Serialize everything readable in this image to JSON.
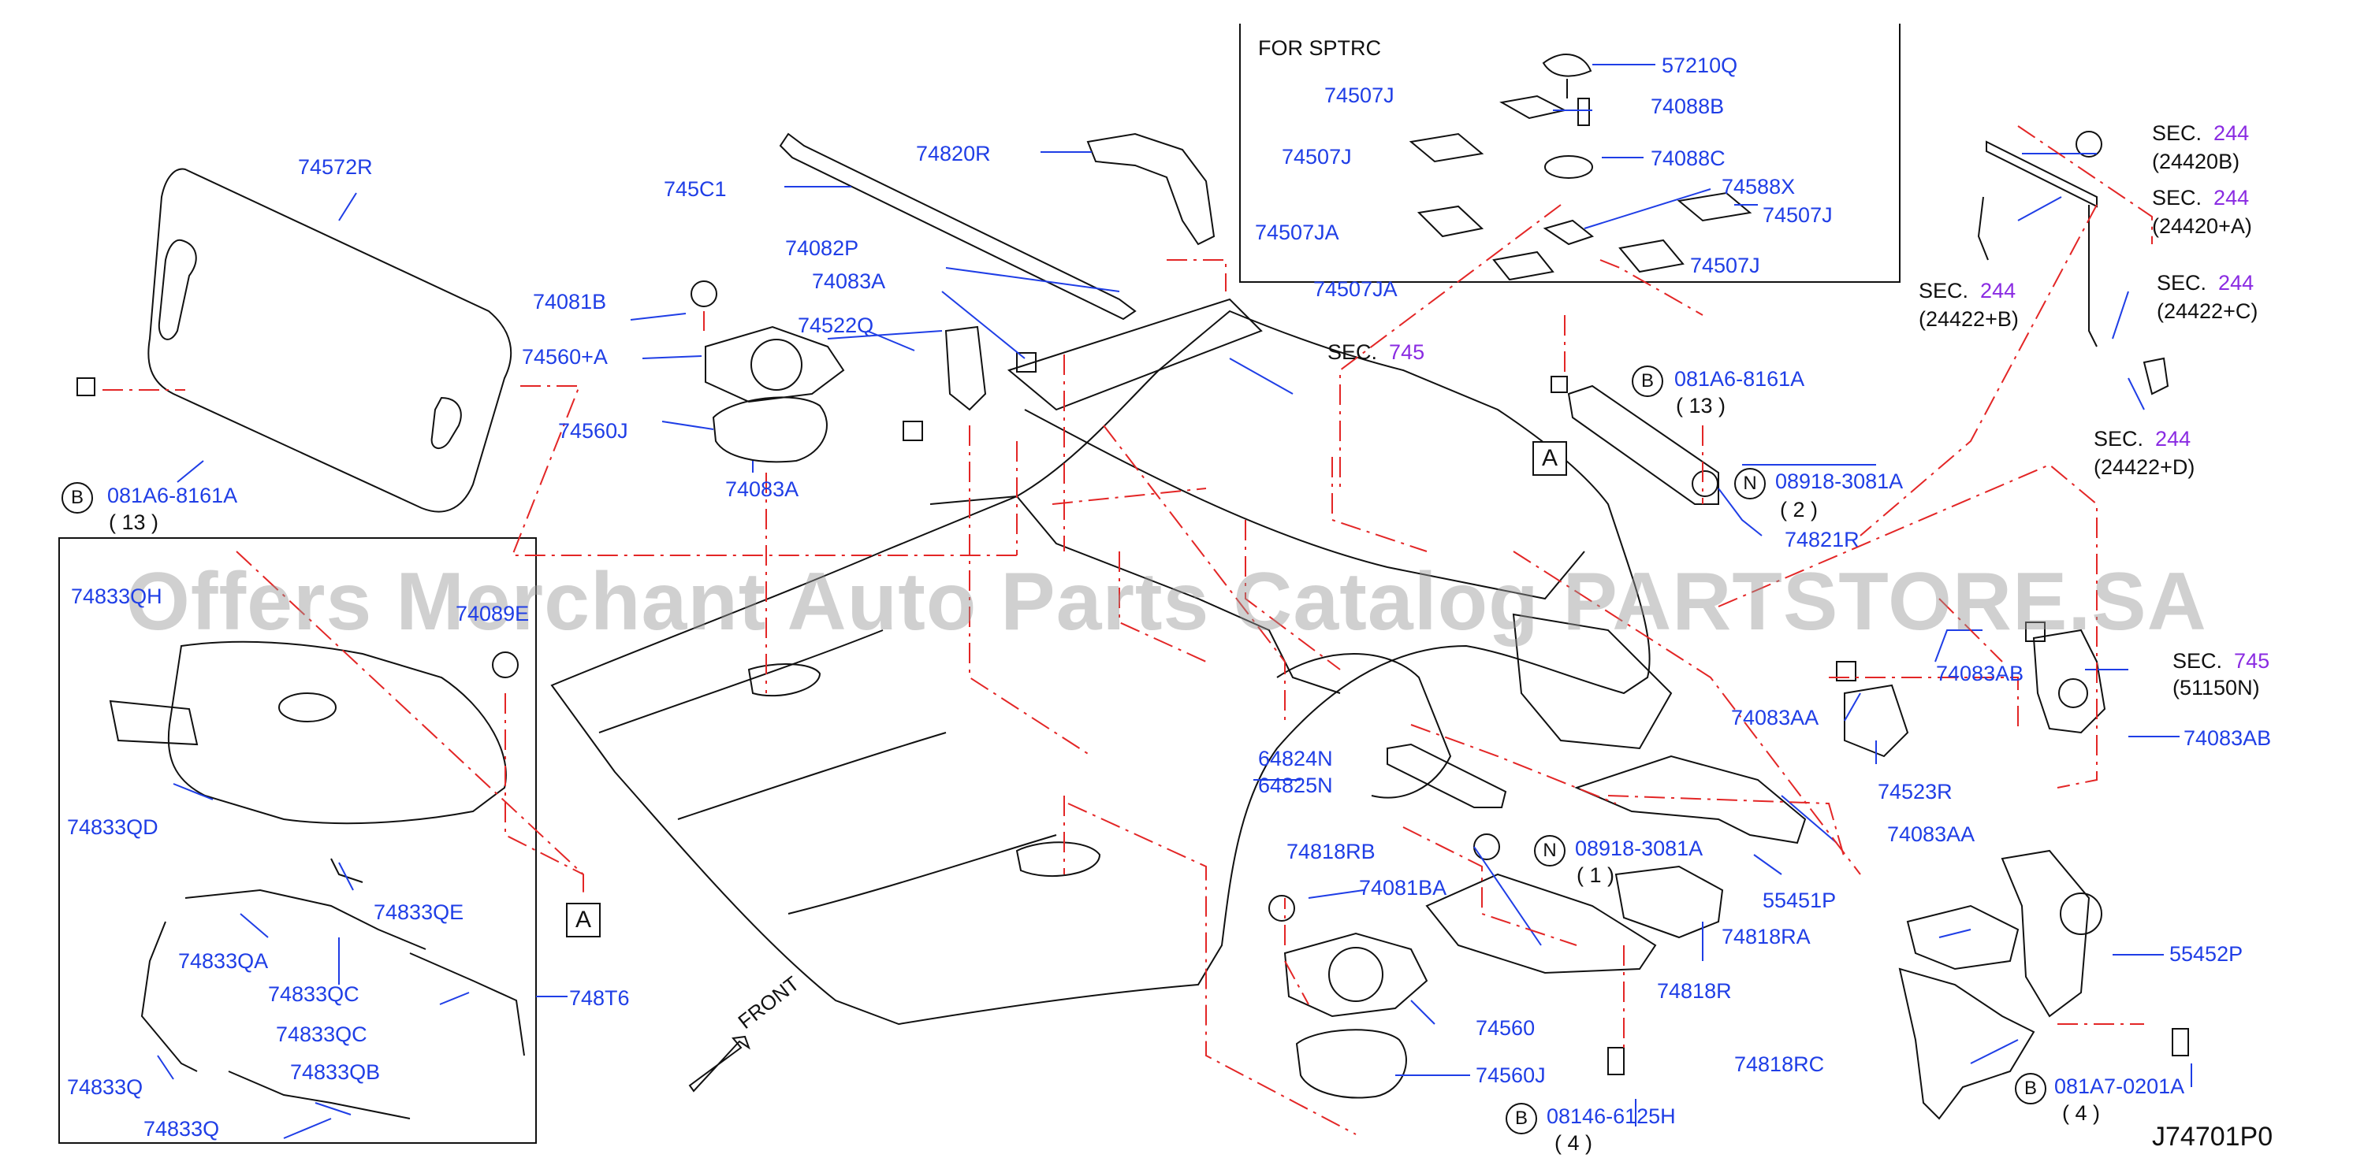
{
  "watermark": "Offers Merchant Auto Parts Catalog PARTSTORE.SA",
  "drawing_code": "J74701P0",
  "front_label": "FRONT",
  "inset_title": "FOR  SPTRC",
  "marker_A": "A",
  "sec_word": "SEC.",
  "labels": {
    "p74572R": "74572R",
    "p081A6_1": "081A6-8161A",
    "q13_1": "( 13 )",
    "p74833QH": "74833QH",
    "p74089E": "74089E",
    "p74833QD": "74833QD",
    "p74833QE": "74833QE",
    "p74833QA": "74833QA",
    "p74833QC_1": "74833QC",
    "p74833QC_2": "74833QC",
    "p74833Q_1": "74833Q",
    "p74833QB": "74833QB",
    "p74833Q_2": "74833Q",
    "p748T6": "748T6",
    "p74081B": "74081B",
    "p74560A": "74560+A",
    "p74560J_1": "74560J",
    "p74083A_1": "74083A",
    "p74522Q": "74522Q",
    "p74083A_2": "74083A",
    "p74082P": "74082P",
    "p745C1": "745C1",
    "p74820R": "74820R",
    "p57210Q": "57210Q",
    "p74507J_1": "74507J",
    "p74088B": "74088B",
    "p74507J_2": "74507J",
    "p74088C": "74088C",
    "p74588X": "74588X",
    "p74507JA_1": "74507JA",
    "p74507J_3": "74507J",
    "p74507JA_2": "74507JA",
    "p74507J_4": "74507J",
    "sec745_1": "745",
    "p081A6_2": "081A6-8161A",
    "q13_2": "( 13 )",
    "p08918_1": "08918-3081A",
    "q2": "( 2 )",
    "p74821R": "74821R",
    "sec244_1": "244",
    "sub24420B": "(24420B)",
    "sec244_2": "244",
    "sub24420A": "(24420+A)",
    "sec244_3": "244",
    "sub24422B": "(24422+B)",
    "sec244_4": "244",
    "sub24422C": "(24422+C)",
    "sec244_5": "244",
    "sub24422D": "(24422+D)",
    "p74083AB_1": "74083AB",
    "sec745_2": "745",
    "sub51150N": "(51150N)",
    "p74083AA_1": "74083AA",
    "p74083AB_2": "74083AB",
    "p74523R": "74523R",
    "p74083AA_2": "74083AA",
    "p55451P": "55451P",
    "p64824N": "64824N",
    "p64825N": "64825N",
    "p74818RB": "74818RB",
    "p08918_2": "08918-3081A",
    "q1": "( 1 )",
    "p74081BA": "74081BA",
    "p74818RA": "74818RA",
    "p74818R": "74818R",
    "p74560": "74560",
    "p74560J_2": "74560J",
    "p08146": "08146-6125H",
    "q4_1": "( 4 )",
    "p55452P": "55452P",
    "p74818RC": "74818RC",
    "p081A7": "081A7-0201A",
    "q4_2": "( 4 )"
  },
  "badges": {
    "b1": "B",
    "b2": "B",
    "b3": "B",
    "b4": "B",
    "n1": "N",
    "n2": "N"
  },
  "colors": {
    "part_number": "#1f3ee6",
    "section_ref": "#8a2be2",
    "leader_line": "#1f3ee6",
    "dash_line": "#e32626",
    "outline": "#111111"
  }
}
